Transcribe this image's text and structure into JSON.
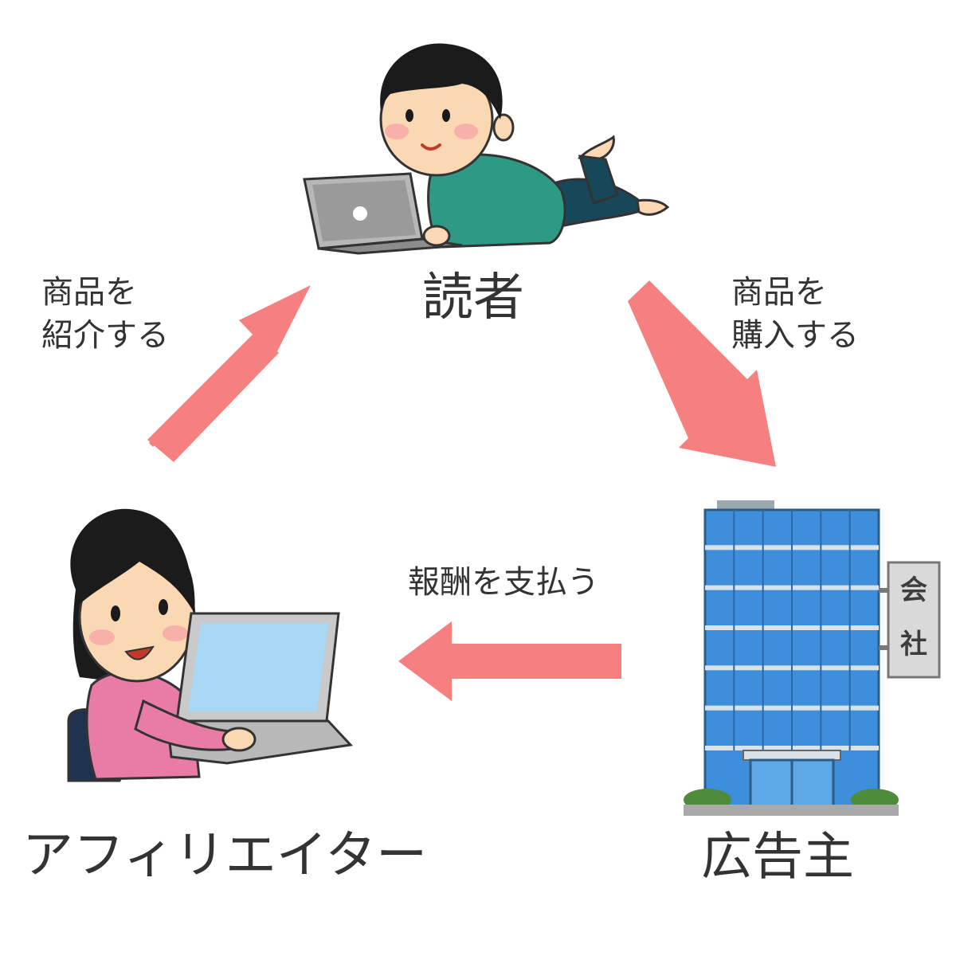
{
  "nodes": {
    "reader": {
      "label": "読者",
      "icon": "reader-lying-with-laptop-icon"
    },
    "advertiser": {
      "label": "広告主",
      "icon": "office-building-icon",
      "sign": [
        "会",
        "社"
      ]
    },
    "affiliate": {
      "label": "アフィリエイター",
      "icon": "woman-typing-on-laptop-icon"
    }
  },
  "edges": {
    "introduce": {
      "lines": [
        "商品を",
        "紹介する"
      ]
    },
    "purchase": {
      "lines": [
        "商品を",
        "購入する"
      ]
    },
    "payment": {
      "lines": [
        "報酬を支払う"
      ]
    }
  },
  "colors": {
    "arrow": "#f67f7f",
    "text": "#333333",
    "building_glass": "#3e8fdb",
    "laptop_screen": "#a9d8f5"
  }
}
